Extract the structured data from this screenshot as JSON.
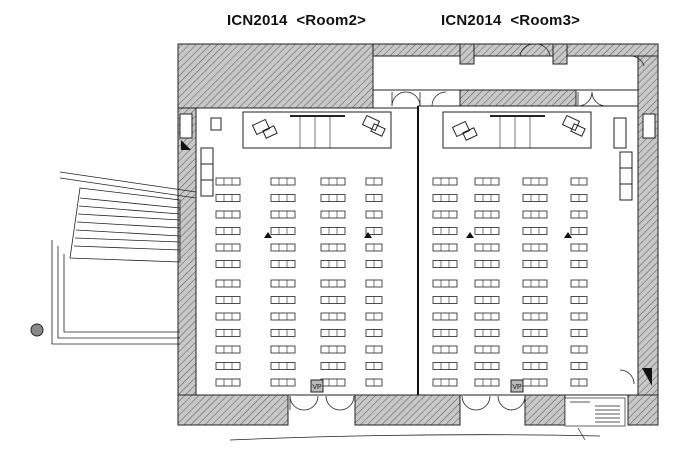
{
  "titles": {
    "room2": "ICN2014  <Room2>",
    "room3": "ICN2014  <Room3>"
  },
  "labels": {
    "vp": "VP"
  },
  "colors": {
    "wall": "#9a9a9a",
    "line": "#222222",
    "background": "#ffffff"
  },
  "rooms": [
    {
      "name": "room2",
      "row_blocks": [
        {
          "rows": 6,
          "col_tables": [
            3,
            3,
            3,
            2
          ]
        },
        {
          "rows": 7,
          "col_tables": [
            3,
            3,
            3,
            2
          ]
        }
      ]
    },
    {
      "name": "room3",
      "row_blocks": [
        {
          "rows": 6,
          "col_tables": [
            3,
            3,
            3,
            2
          ]
        },
        {
          "rows": 7,
          "col_tables": [
            3,
            3,
            3,
            2
          ]
        }
      ]
    }
  ],
  "icons": {
    "stage_room2": "stage-podium-icon",
    "stage_room3": "stage-podium-icon",
    "stair": "staircase-icon",
    "column": "column-icon",
    "door": "door-swing-icon",
    "mic": "microphone-stand-icon"
  }
}
